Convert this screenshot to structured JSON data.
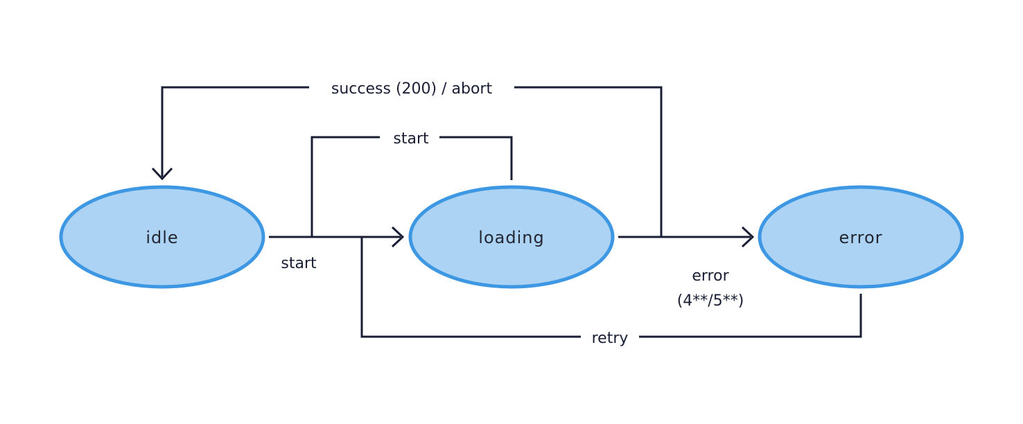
{
  "colors": {
    "node_fill": "#acd3f3",
    "node_stroke": "#3d97e3",
    "edge": "#1a1f36",
    "background": "#ffffff"
  },
  "nodes": {
    "idle": "idle",
    "loading": "loading",
    "error": "error"
  },
  "edges": {
    "idle_to_loading": "start",
    "loading_self": "start",
    "to_idle": "success (200) / abort",
    "loading_to_error_line1": "error",
    "loading_to_error_line2": "(4**/5**)",
    "error_retry": "retry"
  }
}
